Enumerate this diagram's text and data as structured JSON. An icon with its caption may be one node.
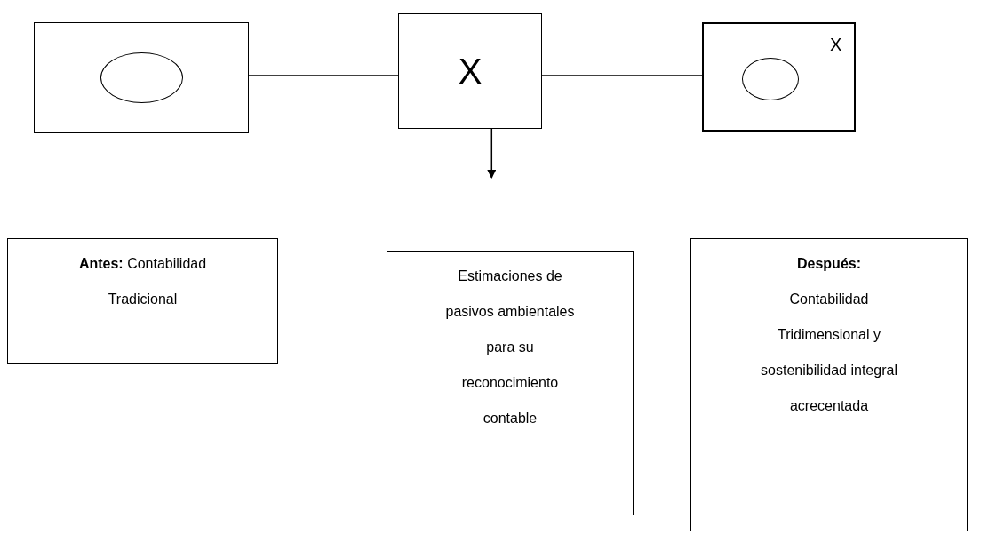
{
  "diagram": {
    "nodes": [
      {
        "text": [],
        "shape": "box"
      },
      {
        "text": [],
        "shape": "ellipse",
        "in": 0
      },
      {
        "text": [
          "X"
        ]
      },
      {
        "text": [
          "X"
        ]
      },
      {
        "text": [],
        "shape": "ellipse",
        "in": 3
      },
      {
        "text": [
          "**Antes:** Contabilidad Tradicional"
        ]
      },
      {
        "text": [
          "Estimaciones de pasivos ambientales para su reconocimiento contable"
        ]
      },
      {
        "text": [
          "Después:",
          "Contabilidad Tridimensional y sostenibilidad integral acrecentada"
        ]
      }
    ],
    "edges": [
      {
        "from": 0,
        "to": 2,
        "arrow": "none"
      },
      {
        "from": 2,
        "to": 3,
        "arrow": "none"
      },
      {
        "from": 2,
        "to": null,
        "arrow": "to"
      }
    ]
  }
}
